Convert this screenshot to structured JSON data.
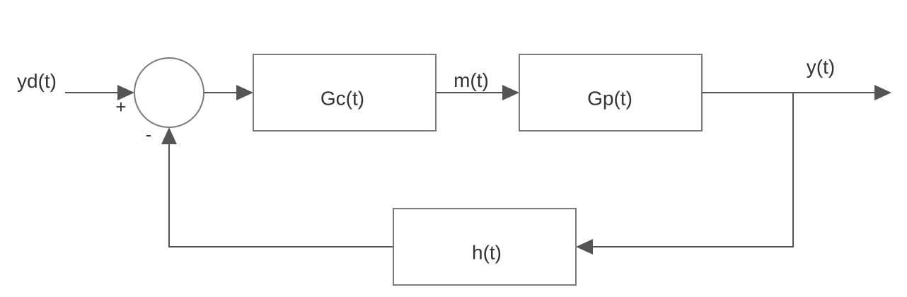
{
  "signals": {
    "input": "yd(t)",
    "control": "m(t)",
    "output": "y(t)"
  },
  "blocks": {
    "controller": "Gc(t)",
    "plant": "Gp(t)",
    "feedback": "h(t)"
  },
  "summing_junction": {
    "plus_sign": "+",
    "minus_sign": "-"
  },
  "colors": {
    "line": "#555555",
    "box_border": "#7a7a7a",
    "text": "#333333"
  }
}
